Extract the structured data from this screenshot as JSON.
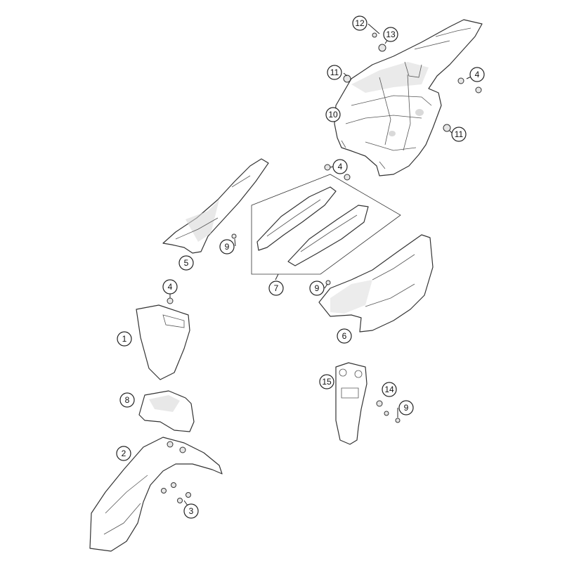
{
  "callouts": {
    "c1": "1",
    "c2": "2",
    "c3": "3",
    "c4a": "4",
    "c4b": "4",
    "c4c": "4",
    "c5": "5",
    "c6": "6",
    "c7": "7",
    "c8": "8",
    "c9a": "9",
    "c9b": "9",
    "c9c": "9",
    "c10": "10",
    "c11a": "11",
    "c11b": "11",
    "c12": "12",
    "c13": "13",
    "c14": "14",
    "c15": "15"
  }
}
